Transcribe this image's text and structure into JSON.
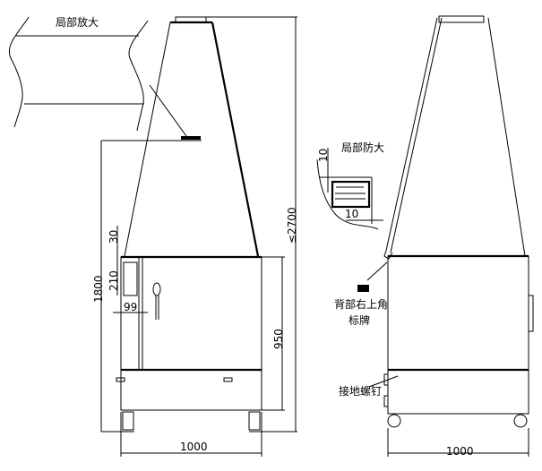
{
  "labels": {
    "detail_left": "局部放大",
    "detail_right": "局部防大",
    "nameplate_location_line1": "背部右上角",
    "nameplate_location_line2": "标牌",
    "ground_screw": "接地螺钉"
  },
  "dimensions": {
    "top_gap": "30",
    "panel_height": "210",
    "panel_width": "99",
    "total_height_base": "1800",
    "cabinet_height": "950",
    "max_height": "≤2700",
    "front_width": "1000",
    "side_width": "1000",
    "detail_vertical": "10",
    "detail_horizontal": "10"
  }
}
